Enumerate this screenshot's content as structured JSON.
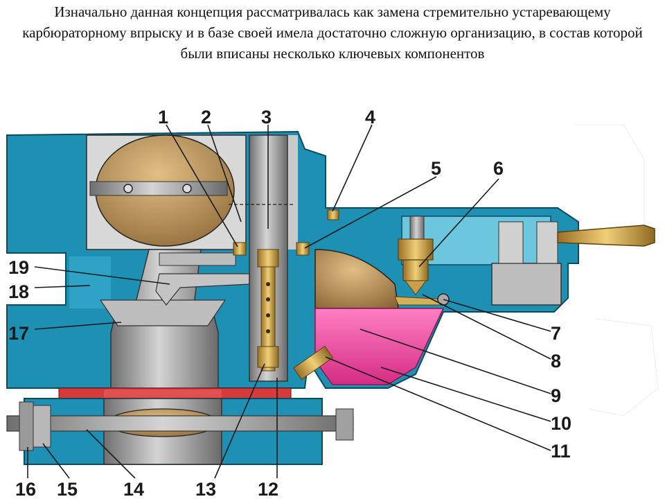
{
  "heading": "Изначально данная концепция рассматривалась как замена стремительно устаревающему карбюраторному впрыску и в базе своей имела достаточно сложную организацию, в состав которой были вписаны несколько ключевых компонентов",
  "callouts": {
    "c1": "1",
    "c2": "2",
    "c3": "3",
    "c4": "4",
    "c5": "5",
    "c6": "6",
    "c7": "7",
    "c8": "8",
    "c9": "9",
    "c10": "10",
    "c11": "11",
    "c12": "12",
    "c13": "13",
    "c14": "14",
    "c15": "15",
    "c16": "16",
    "c17": "17",
    "c18": "18",
    "c19": "19"
  },
  "colors": {
    "housing": "#1e90b4",
    "metal": "#a7a7a7",
    "brass": "#c9a04a",
    "fuel": "#e83e92",
    "band": "#d63a3a",
    "float": "#b98d4e"
  }
}
